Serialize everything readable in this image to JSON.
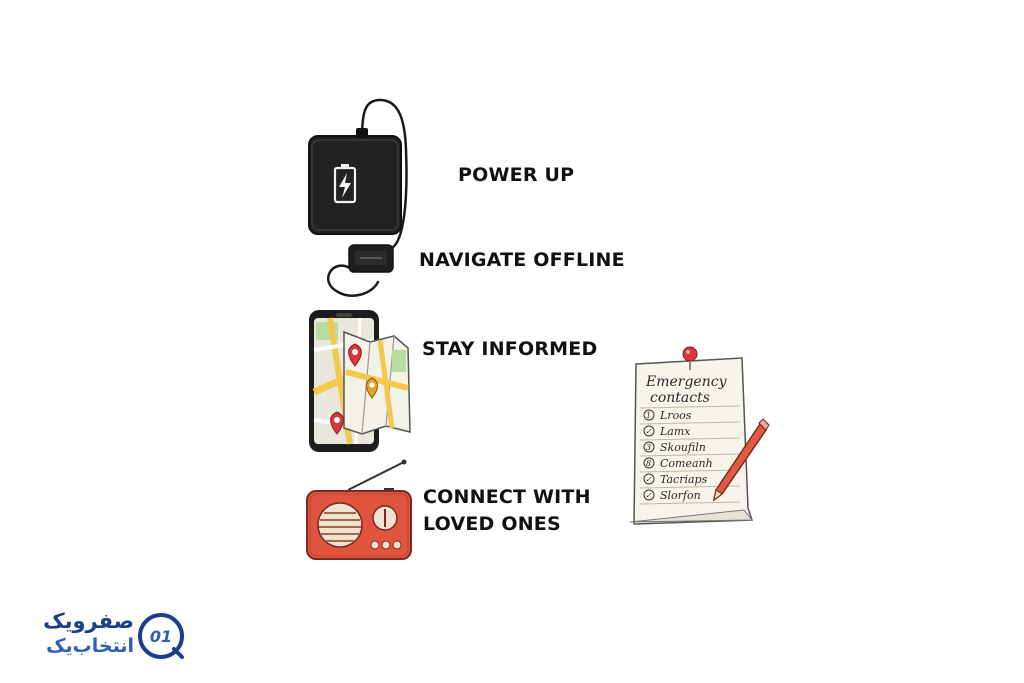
{
  "labels": {
    "power_up": "POWER UP",
    "navigate_offline": "NAVIGATE OFFLINE",
    "stay_informed": "STAY INFORMED",
    "connect_line1": "CONNECT WITH",
    "connect_line2": "LOVED ONES"
  },
  "note": {
    "title_line1": "Emergency",
    "title_line2": "contacts",
    "entries": [
      {
        "mark": "1",
        "name": "Lroos"
      },
      {
        "mark": "✓",
        "name": "Lamx"
      },
      {
        "mark": "3",
        "name": "Skoufiln"
      },
      {
        "mark": "8",
        "name": "Comeanh"
      },
      {
        "mark": "✓",
        "name": "Tacriaps"
      },
      {
        "mark": "✓",
        "name": "Slorfon"
      }
    ]
  },
  "logo": {
    "line1": "صفرویک",
    "line2": "انتخاب‌یک",
    "mark": "01"
  },
  "colors": {
    "ink": "#111111",
    "power_bank": "#1f1f1f",
    "radio_red": "#e0553f",
    "map_road": "#f2c94c",
    "map_green": "#b9dca0",
    "pin_red": "#d9363e",
    "pencil": "#e35a44",
    "logo_blue": "#1a3f8f"
  },
  "icons": [
    "power-bank-icon",
    "battery-charging-icon",
    "usb-adapter-icon",
    "smartphone-map-icon",
    "folded-map-icon",
    "map-pin-icon",
    "radio-icon",
    "antenna-icon",
    "notepad-icon",
    "pushpin-icon",
    "pencil-icon",
    "logo-mark-icon"
  ]
}
